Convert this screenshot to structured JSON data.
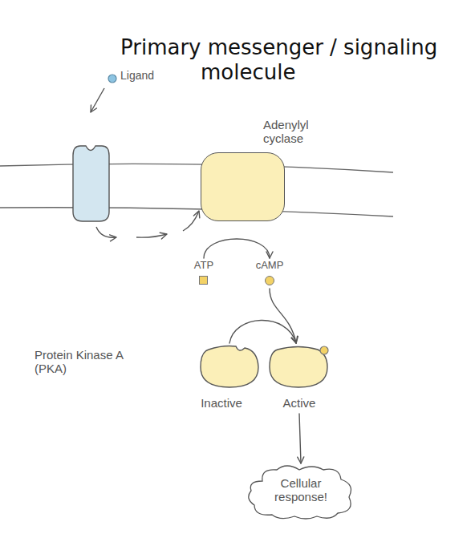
{
  "diagram": {
    "nodes": [
      {
        "text": [
          "Adenylyl cyclase"
        ]
      },
      {
        "text": [
          "ATP"
        ]
      },
      {
        "text": [
          "cAMP"
        ]
      },
      {
        "text": [
          "Protein Kinase A (PKA)",
          "Inactive"
        ]
      },
      {
        "text": [
          "Active"
        ]
      },
      {
        "text": [
          "Cellular response!"
        ]
      }
    ],
    "edges": [
      {
        "from": 1,
        "to": 2,
        "arrow": "to"
      },
      {
        "from": 3,
        "to": 4,
        "arrow": "to"
      },
      {
        "from": 2,
        "to": 4,
        "arrow": "to"
      },
      {
        "from": 4,
        "to": 5,
        "arrow": "to"
      }
    ],
    "labels": [
      "Primary messenger / signaling molecule",
      "Ligand"
    ]
  }
}
